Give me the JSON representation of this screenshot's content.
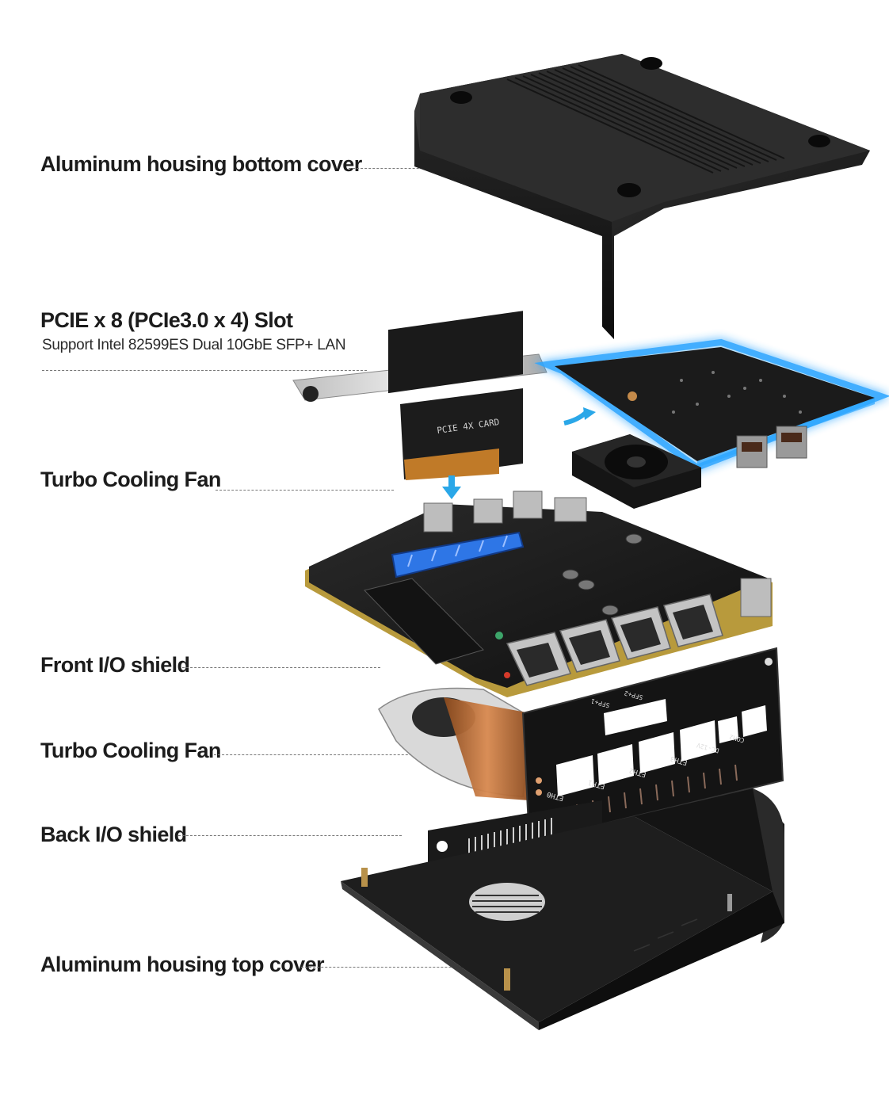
{
  "callouts": {
    "bottom_cover": "Aluminum housing bottom cover",
    "pcie_slot": "PCIE x 8 (PCIe3.0 x 4) Slot",
    "pcie_support": "Support Intel 82599ES Dual 10GbE SFP+ LAN",
    "fan_upper": "Turbo Cooling Fan",
    "front_io": "Front I/O shield",
    "fan_lower": "Turbo Cooling Fan",
    "back_io": "Back I/O shield",
    "top_cover": "Aluminum housing  top cover"
  },
  "board_text": {
    "riser_card": "PCIE 4X CARD",
    "io_ports": [
      "ETH0",
      "ETH1",
      "ETH2",
      "ETH3",
      "DC-12V",
      "COM2"
    ],
    "sfp_ports": [
      "SFP+1",
      "SFP+2"
    ]
  }
}
